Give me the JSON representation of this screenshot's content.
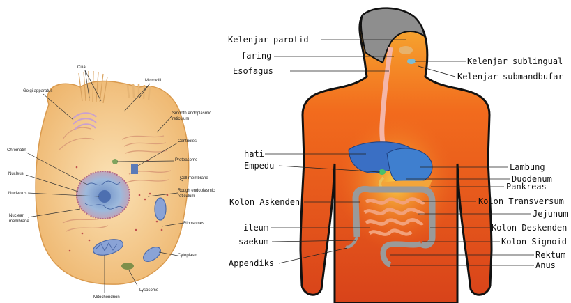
{
  "cell_diagram": {
    "labels": {
      "cilia": "Cilia",
      "microvilli": "Microvilli",
      "golgi": "Golgi apparatus",
      "smooth_er": [
        "Smooth endoplasmic",
        "reticulum"
      ],
      "centrioles": "Centrioles",
      "chromatin": "Chromatin",
      "proteasome": "Proteasome",
      "nucleus": "Nucleus",
      "cell_membrane": "Cell membrane",
      "nucleolus": "Nucleolus",
      "rough_er": [
        "Rough endoplasmic",
        "reticulum"
      ],
      "nuclear_membrane": [
        "Nuclear",
        "membrane"
      ],
      "ribosomes": "Ribosomes",
      "cytoplasm": "Cytoplasm",
      "mitochondrion": "Mitochondrion",
      "lysosome": "Lysosome"
    }
  },
  "digestive_diagram": {
    "labels": {
      "kelenjar_parotid": "Kelenjar parotid",
      "faring": "faring",
      "esofagus": "Esofagus",
      "kelenjar_sublingual": "Kelenjar sublingual",
      "kelenjar_submandbufar": "Kelenjar submandbufar",
      "hati": "hati",
      "empedu": "Empedu",
      "lambung": "Lambung",
      "duodenum": "Duodenum",
      "pankreas": "Pankreas",
      "kolon_askenden": "Kolon Askenden",
      "kolon_transversum": "Kolon Transversum",
      "jejunum": "Jejunum",
      "ileum": "ileum",
      "kolon_deskenden": "Kolon Deskenden",
      "saekum": "saekum",
      "kolon_signoid": "Kolon Signoid",
      "appendiks": "Appendiks",
      "rektum": "Rektum",
      "anus": "Anus"
    }
  },
  "colors": {
    "cell_fill": "#f3c98a",
    "nucleus": "#8fb3d9",
    "body_orange": "#f06a1e",
    "head_gray": "#8e8e8e",
    "liver": "#3a6fc4",
    "intestine": "#f2a17a"
  }
}
